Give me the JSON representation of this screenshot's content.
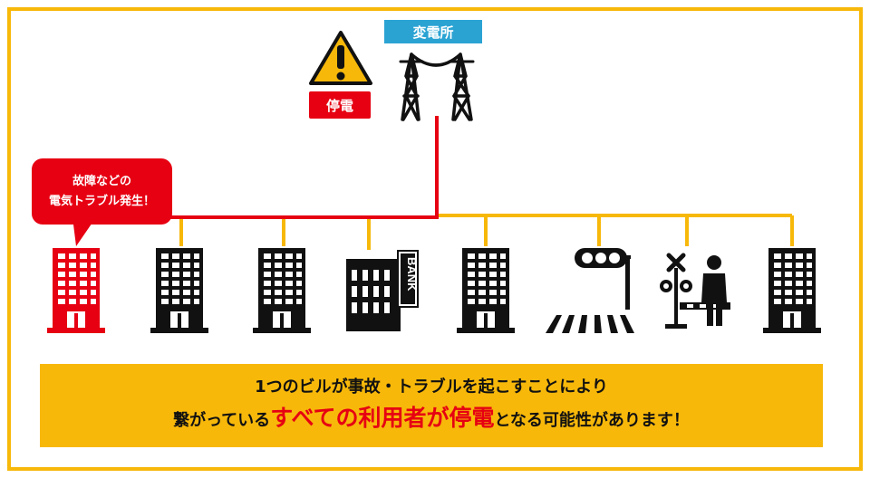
{
  "substation": {
    "label": "変電所",
    "icon": "transmission-tower-icon"
  },
  "outage": {
    "label": "停電",
    "icon": "warning-icon"
  },
  "bubble": {
    "line1": "故障などの",
    "line2": "電気トラブル発生！"
  },
  "bank_sign": "BANK",
  "message": {
    "line1": "1つのビルが事故・トラブルを起こすことにより",
    "line2_pre": "繋がっている",
    "line2_emph": "すべての利用者が停電",
    "line2_post": "となる可能性があります！"
  },
  "colors": {
    "frame": "#f7b80a",
    "fault": "#e60012",
    "label_blue": "#2aa3d3",
    "line_yellow": "#f7b80a",
    "icon_dark": "#111111"
  }
}
